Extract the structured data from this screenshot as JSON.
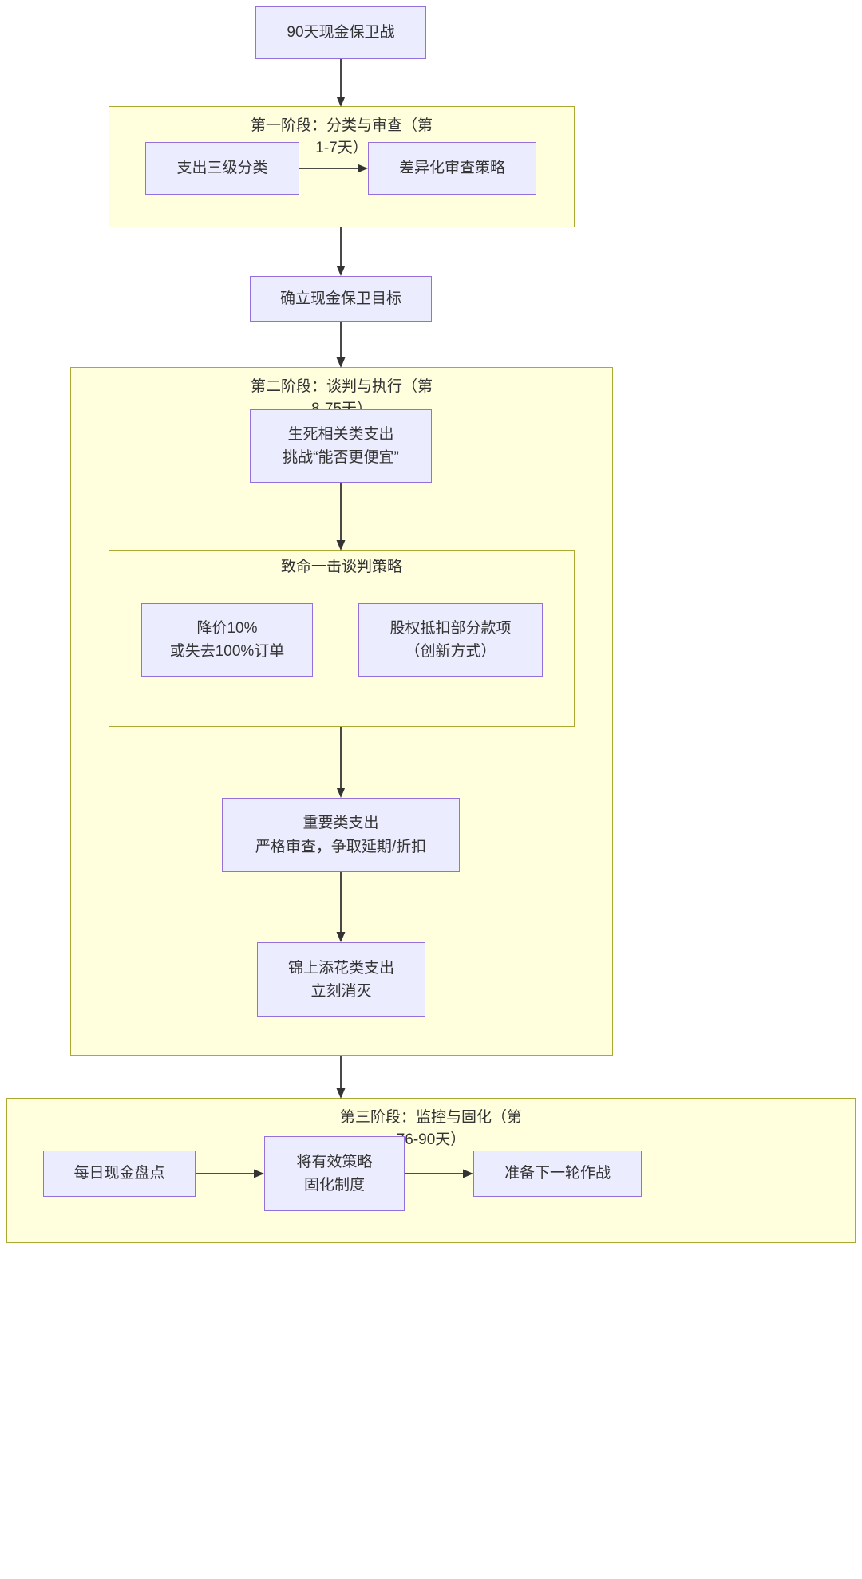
{
  "diagram": {
    "title": "90天现金保卫战",
    "type": "flowchart",
    "root_node": "90天现金保卫战"
  },
  "nodes": {
    "start": "90天现金保卫战",
    "classify": "支出三级分类",
    "review_strategy": "差异化审查策略",
    "set_goal": "确立现金保卫目标",
    "life_death": "生死相关类支出\n挑战“能否更便宜”",
    "price_cut": "降价10%\n或失去100%订单",
    "equity_offset": "股权抵扣部分款项\n（创新方式）",
    "important": "重要类支出\n严格审查，争取延期/折扣",
    "nice_to_have": "锦上添花类支出\n立刻消灭",
    "daily_count": "每日现金盘点",
    "solidify": "将有效策略\n固化制度",
    "next_round": "准备下一轮作战"
  },
  "subgraphs": {
    "phase1": "第一阶段：分类与审查（第\n1-7天）",
    "phase2": "第二阶段：谈判与执行（第\n8-75天）",
    "negotiation": "致命一击谈判策略",
    "phase3": "第三阶段：监控与固化（第\n76-90天）"
  },
  "colors": {
    "node_fill": "#ececff",
    "node_border": "#9370db",
    "subgraph_fill": "#ffffde",
    "subgraph_border": "#aaaa33",
    "edge": "#333333",
    "text": "#333333",
    "background": "#ffffff"
  },
  "edges": [
    {
      "from": "90天现金保卫战",
      "to": "第一阶段：分类与审查（第1-7天）",
      "direction": "down"
    },
    {
      "from": "支出三级分类",
      "to": "差异化审查策略",
      "direction": "right"
    },
    {
      "from": "第一阶段：分类与审查（第1-7天）",
      "to": "确立现金保卫目标",
      "direction": "down"
    },
    {
      "from": "确立现金保卫目标",
      "to": "第二阶段：谈判与执行（第8-75天）",
      "direction": "down"
    },
    {
      "from": "生死相关类支出",
      "to": "致命一击谈判策略",
      "direction": "down"
    },
    {
      "from": "致命一击谈判策略",
      "to": "重要类支出",
      "direction": "down"
    },
    {
      "from": "重要类支出",
      "to": "锦上添花类支出",
      "direction": "down"
    },
    {
      "from": "第二阶段：谈判与执行（第8-75天）",
      "to": "第三阶段：监控与固化（第76-90天）",
      "direction": "down"
    },
    {
      "from": "每日现金盘点",
      "to": "将有效策略固化制度",
      "direction": "right"
    },
    {
      "from": "将有效策略固化制度",
      "to": "准备下一轮作战",
      "direction": "right"
    }
  ]
}
